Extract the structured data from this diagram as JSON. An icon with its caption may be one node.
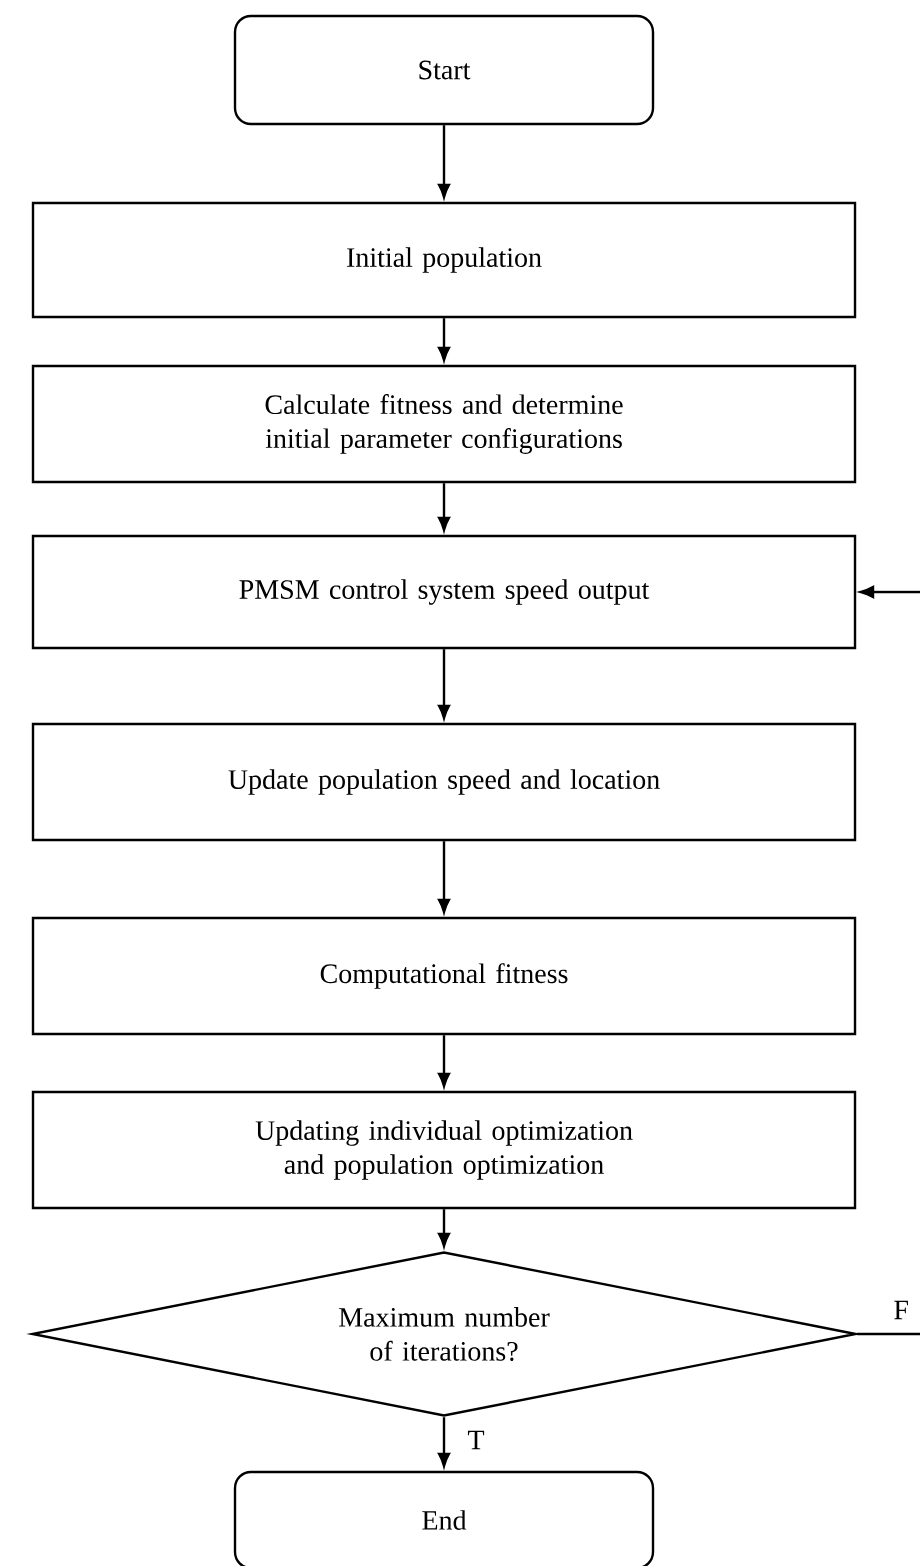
{
  "diagram": {
    "nodes": [
      {
        "text": [
          "Start"
        ]
      },
      {
        "text": [
          "Initial population"
        ]
      },
      {
        "text": [
          "Calculate fitness and determine initial parameter configurations"
        ]
      },
      {
        "text": [
          "PMSM control system speed output"
        ]
      },
      {
        "text": [
          "Update population speed and location"
        ]
      },
      {
        "text": [
          "Computational fitness"
        ]
      },
      {
        "text": [
          "Updating individual optimization and population optimization"
        ]
      },
      {
        "text": [
          "Maximum number of iterations?"
        ]
      },
      {
        "text": [
          "End"
        ]
      }
    ],
    "edges": [
      {
        "from": 0,
        "to": 1,
        "arrow": "to"
      },
      {
        "from": 1,
        "to": 2,
        "arrow": "to"
      },
      {
        "from": 2,
        "to": 3,
        "arrow": "to"
      },
      {
        "from": 3,
        "to": 4,
        "arrow": "to"
      },
      {
        "from": 4,
        "to": 5,
        "arrow": "to"
      },
      {
        "from": 5,
        "to": 6,
        "arrow": "to"
      },
      {
        "from": 6,
        "to": 7,
        "arrow": "to"
      },
      {
        "from": 7,
        "to": 8,
        "arrow": "to",
        "label": "T"
      },
      {
        "from": 7,
        "to": null,
        "arrow": "none",
        "label": "F"
      },
      {
        "from": null,
        "to": 3,
        "arrow": "to"
      }
    ]
  }
}
